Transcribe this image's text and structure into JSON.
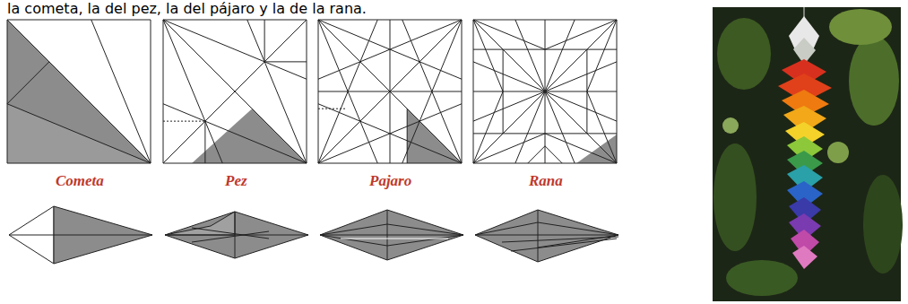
{
  "diagram": {
    "labels": [
      "la cometa, la del pez, la del pájaro y la de la rana.",
      "Cometa",
      "Pez",
      "Pajaro",
      "Rana"
    ]
  }
}
